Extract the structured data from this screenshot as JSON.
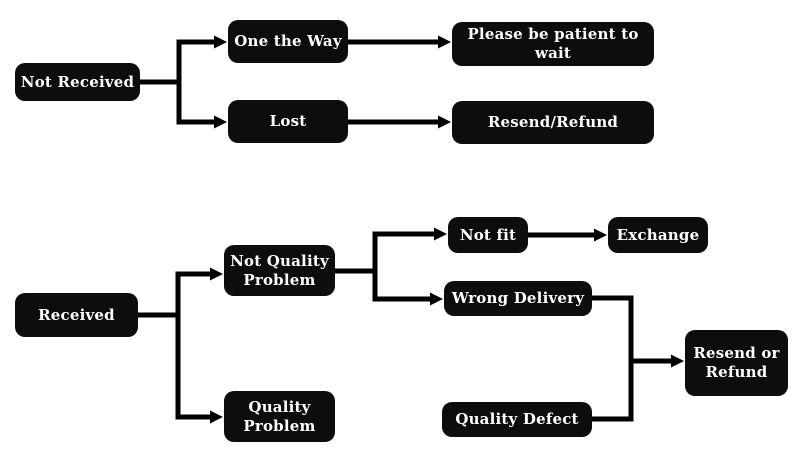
{
  "colors": {
    "node_background": "#0d0d0d",
    "node_text": "#ffffff",
    "connector": "#000000",
    "page_background": "#ffffff"
  },
  "nodes": [
    {
      "id": "not-received",
      "label": "Not Received"
    },
    {
      "id": "one-the-way",
      "label": "One the Way"
    },
    {
      "id": "please-wait",
      "label": "Please be patient to wait"
    },
    {
      "id": "lost",
      "label": "Lost"
    },
    {
      "id": "resend-refund",
      "label": "Resend/Refund"
    },
    {
      "id": "received",
      "label": "Received"
    },
    {
      "id": "not-quality",
      "label": "Not Quality\nProblem"
    },
    {
      "id": "quality-problem",
      "label": "Quality\nProblem"
    },
    {
      "id": "not-fit",
      "label": "Not fit"
    },
    {
      "id": "exchange",
      "label": "Exchange"
    },
    {
      "id": "wrong-delivery",
      "label": "Wrong Delivery"
    },
    {
      "id": "quality-defect",
      "label": "Quality Defect"
    },
    {
      "id": "resend-or-refund",
      "label": "Resend or\nRefund"
    }
  ],
  "edges": [
    {
      "from": "not-received",
      "to": "one-the-way"
    },
    {
      "from": "not-received",
      "to": "lost"
    },
    {
      "from": "one-the-way",
      "to": "please-wait"
    },
    {
      "from": "lost",
      "to": "resend-refund"
    },
    {
      "from": "received",
      "to": "not-quality"
    },
    {
      "from": "received",
      "to": "quality-problem"
    },
    {
      "from": "not-quality",
      "to": "not-fit"
    },
    {
      "from": "not-quality",
      "to": "wrong-delivery"
    },
    {
      "from": "not-fit",
      "to": "exchange"
    },
    {
      "from": "quality-problem",
      "to": "quality-defect"
    },
    {
      "from": "wrong-delivery",
      "to": "resend-or-refund"
    },
    {
      "from": "quality-defect",
      "to": "resend-or-refund"
    }
  ]
}
